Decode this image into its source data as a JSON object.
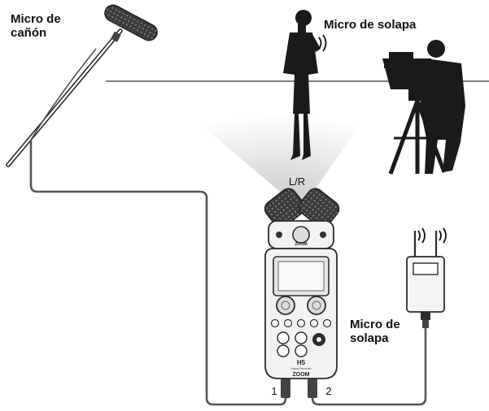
{
  "labels": {
    "shotgun_mic": "Micro de\ncañón",
    "lavalier_top": "Micro de solapa",
    "lavalier_side": "Micro de\nsolapa",
    "stereo_capsule": "L/R",
    "input_1": "1",
    "input_2": "2",
    "recorder_badge": "H5",
    "recorder_subtitle": "Handy Recorder",
    "brand_small": "ZOOM",
    "brand_main": "ZOOM"
  },
  "colors": {
    "silhouette": "#1a1a1a",
    "cable": "#555555",
    "device_body": "#f2f2f2",
    "device_outline": "#2b2b2b",
    "mic_grille": "#3a3a3a",
    "pickup_cone": "#d4d4d4",
    "floor_line": "#333333"
  },
  "icons": {
    "wireless_waves": "radio-waves-icon"
  }
}
